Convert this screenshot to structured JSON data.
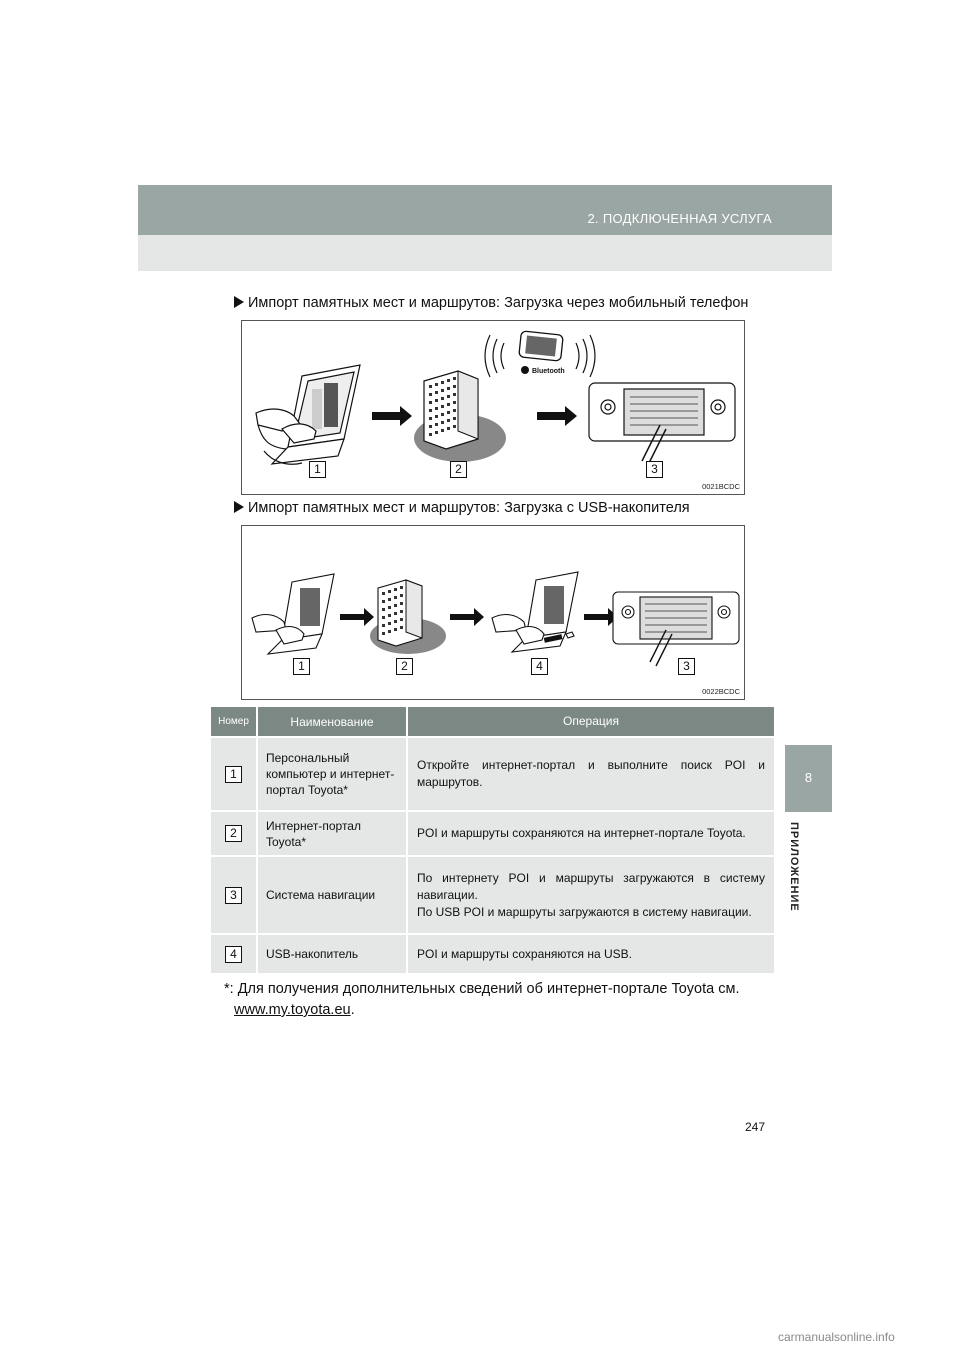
{
  "header": {
    "title": "2. ПОДКЛЮЧЕННАЯ УСЛУГА"
  },
  "side_tab": {
    "number": "8",
    "label": "ПРИЛОЖЕНИЕ"
  },
  "figure1": {
    "caption": "Импорт памятных мест и маршрутов: Загрузка через мобильный телефон",
    "code": "0021BCDC",
    "bluetooth_label": "Bluetooth",
    "labels": [
      "1",
      "2",
      "3"
    ]
  },
  "figure2": {
    "caption": "Импорт памятных мест и маршрутов: Загрузка с USB-накопителя",
    "code": "0022BCDC",
    "labels": [
      "1",
      "2",
      "4",
      "3"
    ]
  },
  "table": {
    "headers": [
      "Номер",
      "Наименование",
      "Операция"
    ],
    "rows": [
      {
        "num": "1",
        "name": "Персональный компьютер и интернет-портал Toyota*",
        "ops": [
          "Откройте интернет-портал и выполните поиск POI и маршрутов."
        ]
      },
      {
        "num": "2",
        "name": "Интернет-портал Toyota*",
        "ops": [
          "POI и маршруты сохраняются на интернет-портале Toyota."
        ]
      },
      {
        "num": "3",
        "name": "Система навигации",
        "ops": [
          "По интернету POI и маршруты загружаются в систему навигации.",
          "По USB POI и маршруты загружаются в систему навигации."
        ]
      },
      {
        "num": "4",
        "name": "USB-накопитель",
        "ops": [
          "POI и маршруты сохраняются на USB."
        ]
      }
    ]
  },
  "footnote": {
    "marker": "*:",
    "text": "Для получения дополнительных сведений об интернет-портале Toyota см.",
    "link": "www.my.toyota.eu",
    "end": "."
  },
  "page_number": "247",
  "watermark": "carmanualsonline.info"
}
